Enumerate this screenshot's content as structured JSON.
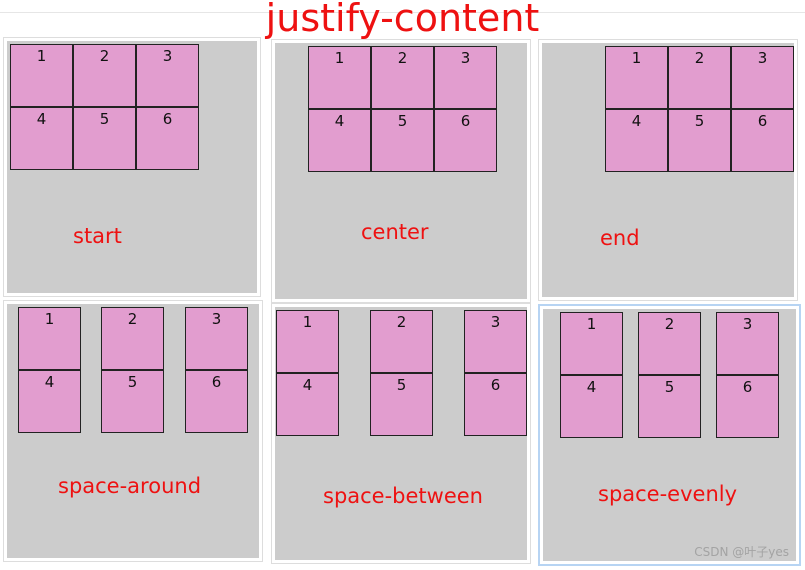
{
  "title": "justify-content",
  "panels": [
    {
      "label": "start",
      "cells": [
        "1",
        "2",
        "3",
        "4",
        "5",
        "6"
      ]
    },
    {
      "label": "center",
      "cells": [
        "1",
        "2",
        "3",
        "4",
        "5",
        "6"
      ]
    },
    {
      "label": "end",
      "cells": [
        "1",
        "2",
        "3",
        "4",
        "5",
        "6"
      ]
    },
    {
      "label": "space-around",
      "cells": [
        "1",
        "2",
        "3",
        "4",
        "5",
        "6"
      ]
    },
    {
      "label": "space-between",
      "cells": [
        "1",
        "2",
        "3",
        "4",
        "5",
        "6"
      ]
    },
    {
      "label": "space-evenly",
      "cells": [
        "1",
        "2",
        "3",
        "4",
        "5",
        "6"
      ]
    }
  ],
  "watermark": "CSDN @叶子yes"
}
